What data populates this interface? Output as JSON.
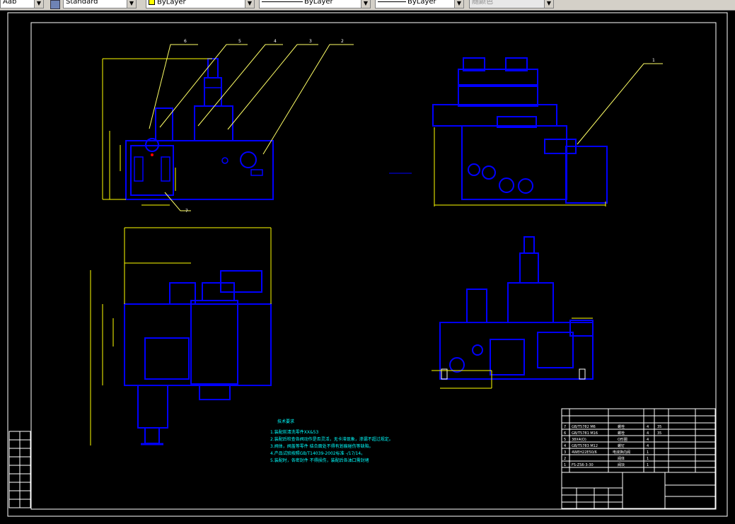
{
  "toolbar": {
    "text_style": "Aab",
    "dim_style": "Standard",
    "color": "ByLayer",
    "linetype": "ByLayer",
    "lineweight": "ByLayer",
    "plotstyle": "随颜色"
  },
  "colors": {
    "background": "#000000",
    "border": "#ffffff",
    "inner_frame": "#00ffff",
    "part_lines": "#0000ff",
    "dim_lines": "#ffff00",
    "leaders": "#ffff66",
    "notes_text": "#00ffff",
    "accent": "#ff0000"
  },
  "balloons": [
    "6",
    "5",
    "4",
    "3",
    "2",
    "1",
    "7"
  ],
  "notes": {
    "title": "技术要求",
    "lines": [
      "1.装配前清洗零件XX&53",
      "2.装配后检查各阀动作是否灵活，无卡滞现象，渗漏不超过规定。",
      "3.阀体，阀盖等零件 结合面处不得有划痕碰伤等缺陷。",
      "4.产品试验按照GB/T14039-2002标准 -/17/14。",
      "5.装配时，各密封件 不得损伤，装配后各油口需封堵"
    ]
  },
  "bom_rows": [
    {
      "no": "7",
      "code": "GB/T5782 M6",
      "name": "螺栓",
      "qty": "4",
      "mat": "35",
      "note": ""
    },
    {
      "no": "6",
      "code": "GB/T5781 M16",
      "name": "螺栓",
      "qty": "4",
      "mat": "35",
      "note": ""
    },
    {
      "no": "5",
      "code": "38X4(O)",
      "name": "O形圈",
      "qty": "4",
      "mat": "",
      "note": ""
    },
    {
      "no": "4",
      "code": "GB/T5783 M12",
      "name": "螺钉",
      "qty": "4",
      "mat": "",
      "note": ""
    },
    {
      "no": "3",
      "code": "4WEH22E50/6",
      "name": "电液换向阀",
      "qty": "1",
      "mat": "",
      "note": ""
    },
    {
      "no": "2",
      "code": "",
      "name": "阀体",
      "qty": "1",
      "mat": "",
      "note": ""
    },
    {
      "no": "1",
      "code": "FS-ZS6-3-30",
      "name": "阀块",
      "qty": "1",
      "mat": "",
      "note": ""
    }
  ]
}
